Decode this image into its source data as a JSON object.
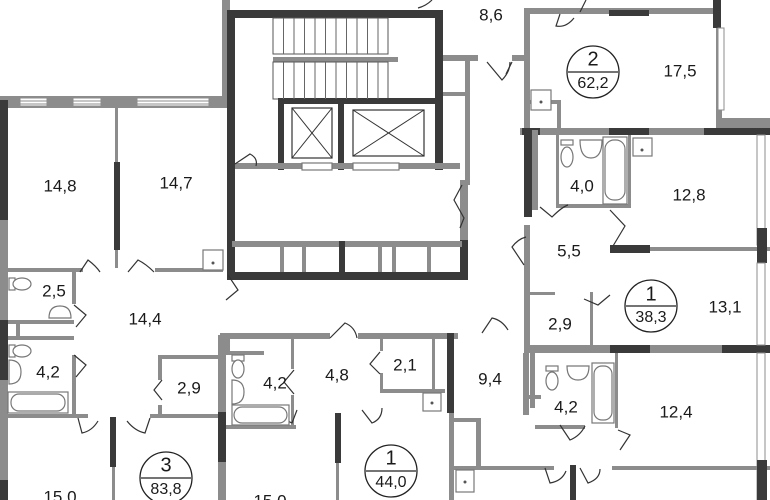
{
  "plan": {
    "title": "Floor plan",
    "colors": {
      "wall_light": "#8c8c8c",
      "wall_dark": "#3a3a3a",
      "background": "#ffffff"
    },
    "corridor": {
      "area": "8,6"
    },
    "apartments": [
      {
        "id": "apt-2",
        "rooms_count": "2",
        "total_area": "62,2",
        "rooms": [
          {
            "name": "living-room",
            "area": "17,5"
          }
        ]
      },
      {
        "id": "apt-1-right",
        "rooms_count": "1",
        "total_area": "38,3",
        "rooms": [
          {
            "name": "bathroom",
            "area": "4,0"
          },
          {
            "name": "kitchen",
            "area": "12,8"
          },
          {
            "name": "hallway",
            "area": "5,5"
          },
          {
            "name": "storage",
            "area": "2,9"
          },
          {
            "name": "living-room",
            "area": "13,1"
          }
        ]
      },
      {
        "id": "apt-3",
        "rooms_count": "3",
        "total_area": "83,8",
        "rooms": [
          {
            "name": "bedroom-1",
            "area": "14,8"
          },
          {
            "name": "bedroom-2",
            "area": "14,7"
          },
          {
            "name": "toilet",
            "area": "2,5"
          },
          {
            "name": "hallway",
            "area": "14,4"
          },
          {
            "name": "bathroom",
            "area": "4,2"
          },
          {
            "name": "storage",
            "area": "2,9"
          },
          {
            "name": "bedroom-3",
            "area": "15,0"
          }
        ]
      },
      {
        "id": "apt-1-center",
        "rooms_count": "1",
        "total_area": "44,0",
        "rooms": [
          {
            "name": "bathroom",
            "area": "4,2"
          },
          {
            "name": "hallway",
            "area": "4,8"
          },
          {
            "name": "storage",
            "area": "2,1"
          },
          {
            "name": "kitchen-living",
            "area": "15,0"
          }
        ]
      },
      {
        "id": "apt-right-lower",
        "rooms": [
          {
            "name": "hallway",
            "area": "9,4"
          },
          {
            "name": "bathroom",
            "area": "4,2"
          },
          {
            "name": "bedroom",
            "area": "12,4"
          }
        ]
      }
    ]
  }
}
